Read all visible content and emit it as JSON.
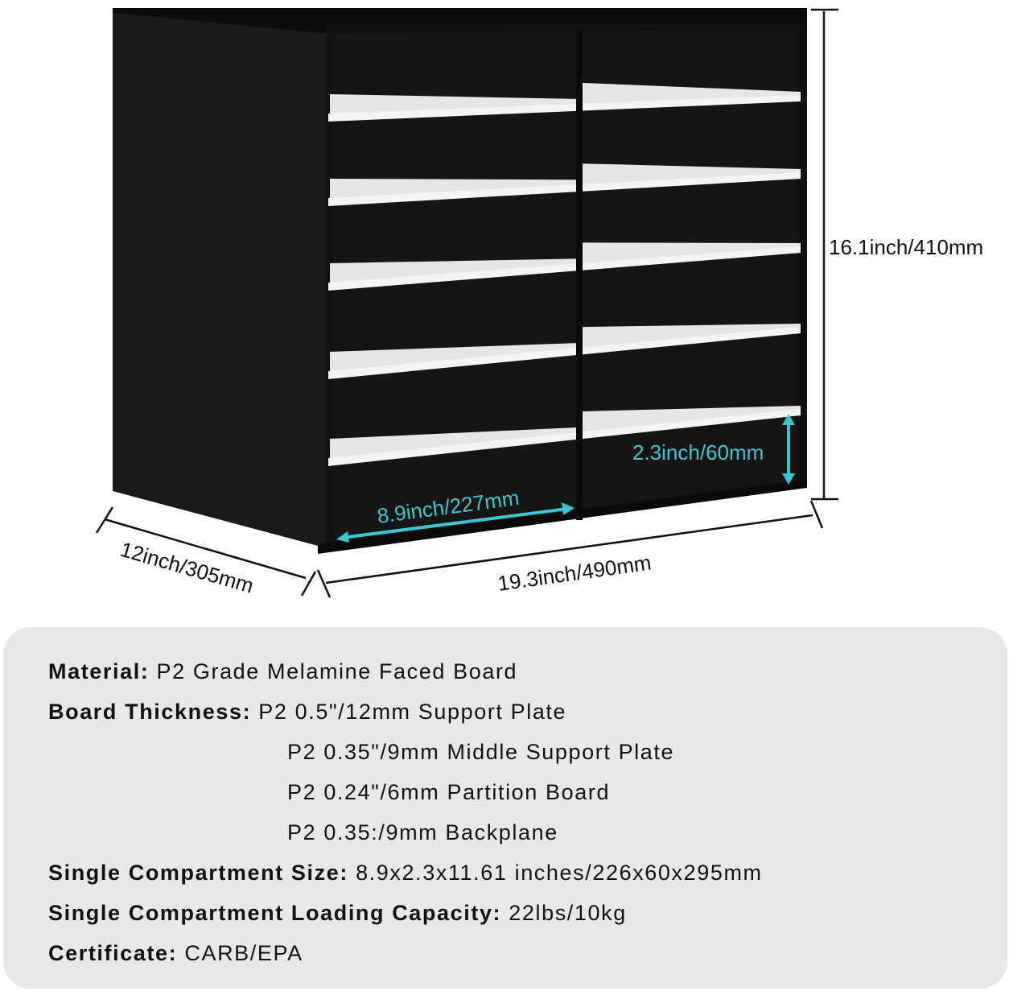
{
  "dimensions": {
    "height": "16.1inch/410mm",
    "depth": "12inch/305mm",
    "width": "19.3inch/490mm",
    "compartment_width": "8.9inch/227mm",
    "compartment_height": "2.3inch/60mm"
  },
  "colors": {
    "accent": "#3cc6cf",
    "cabinet": "#121212",
    "shelf": "#f4f4f4",
    "panel": "#e9e8e8"
  },
  "specs": {
    "material_label": "Material:",
    "material_value": "P2 Grade Melamine Faced Board",
    "thickness_label": "Board Thickness:",
    "thickness_values": [
      "P2 0.5\"/12mm Support Plate",
      "P2 0.35\"/9mm Middle Support Plate",
      "P2 0.24\"/6mm Partition Board",
      "P2 0.35:/9mm Backplane"
    ],
    "size_label": "Single Compartment Size:",
    "size_value": "8.9x2.3x11.61 inches/226x60x295mm",
    "capacity_label": "Single Compartment Loading Capacity:",
    "capacity_value": "22lbs/10kg",
    "certificate_label": "Certificate:",
    "certificate_value": "CARB/EPA"
  }
}
